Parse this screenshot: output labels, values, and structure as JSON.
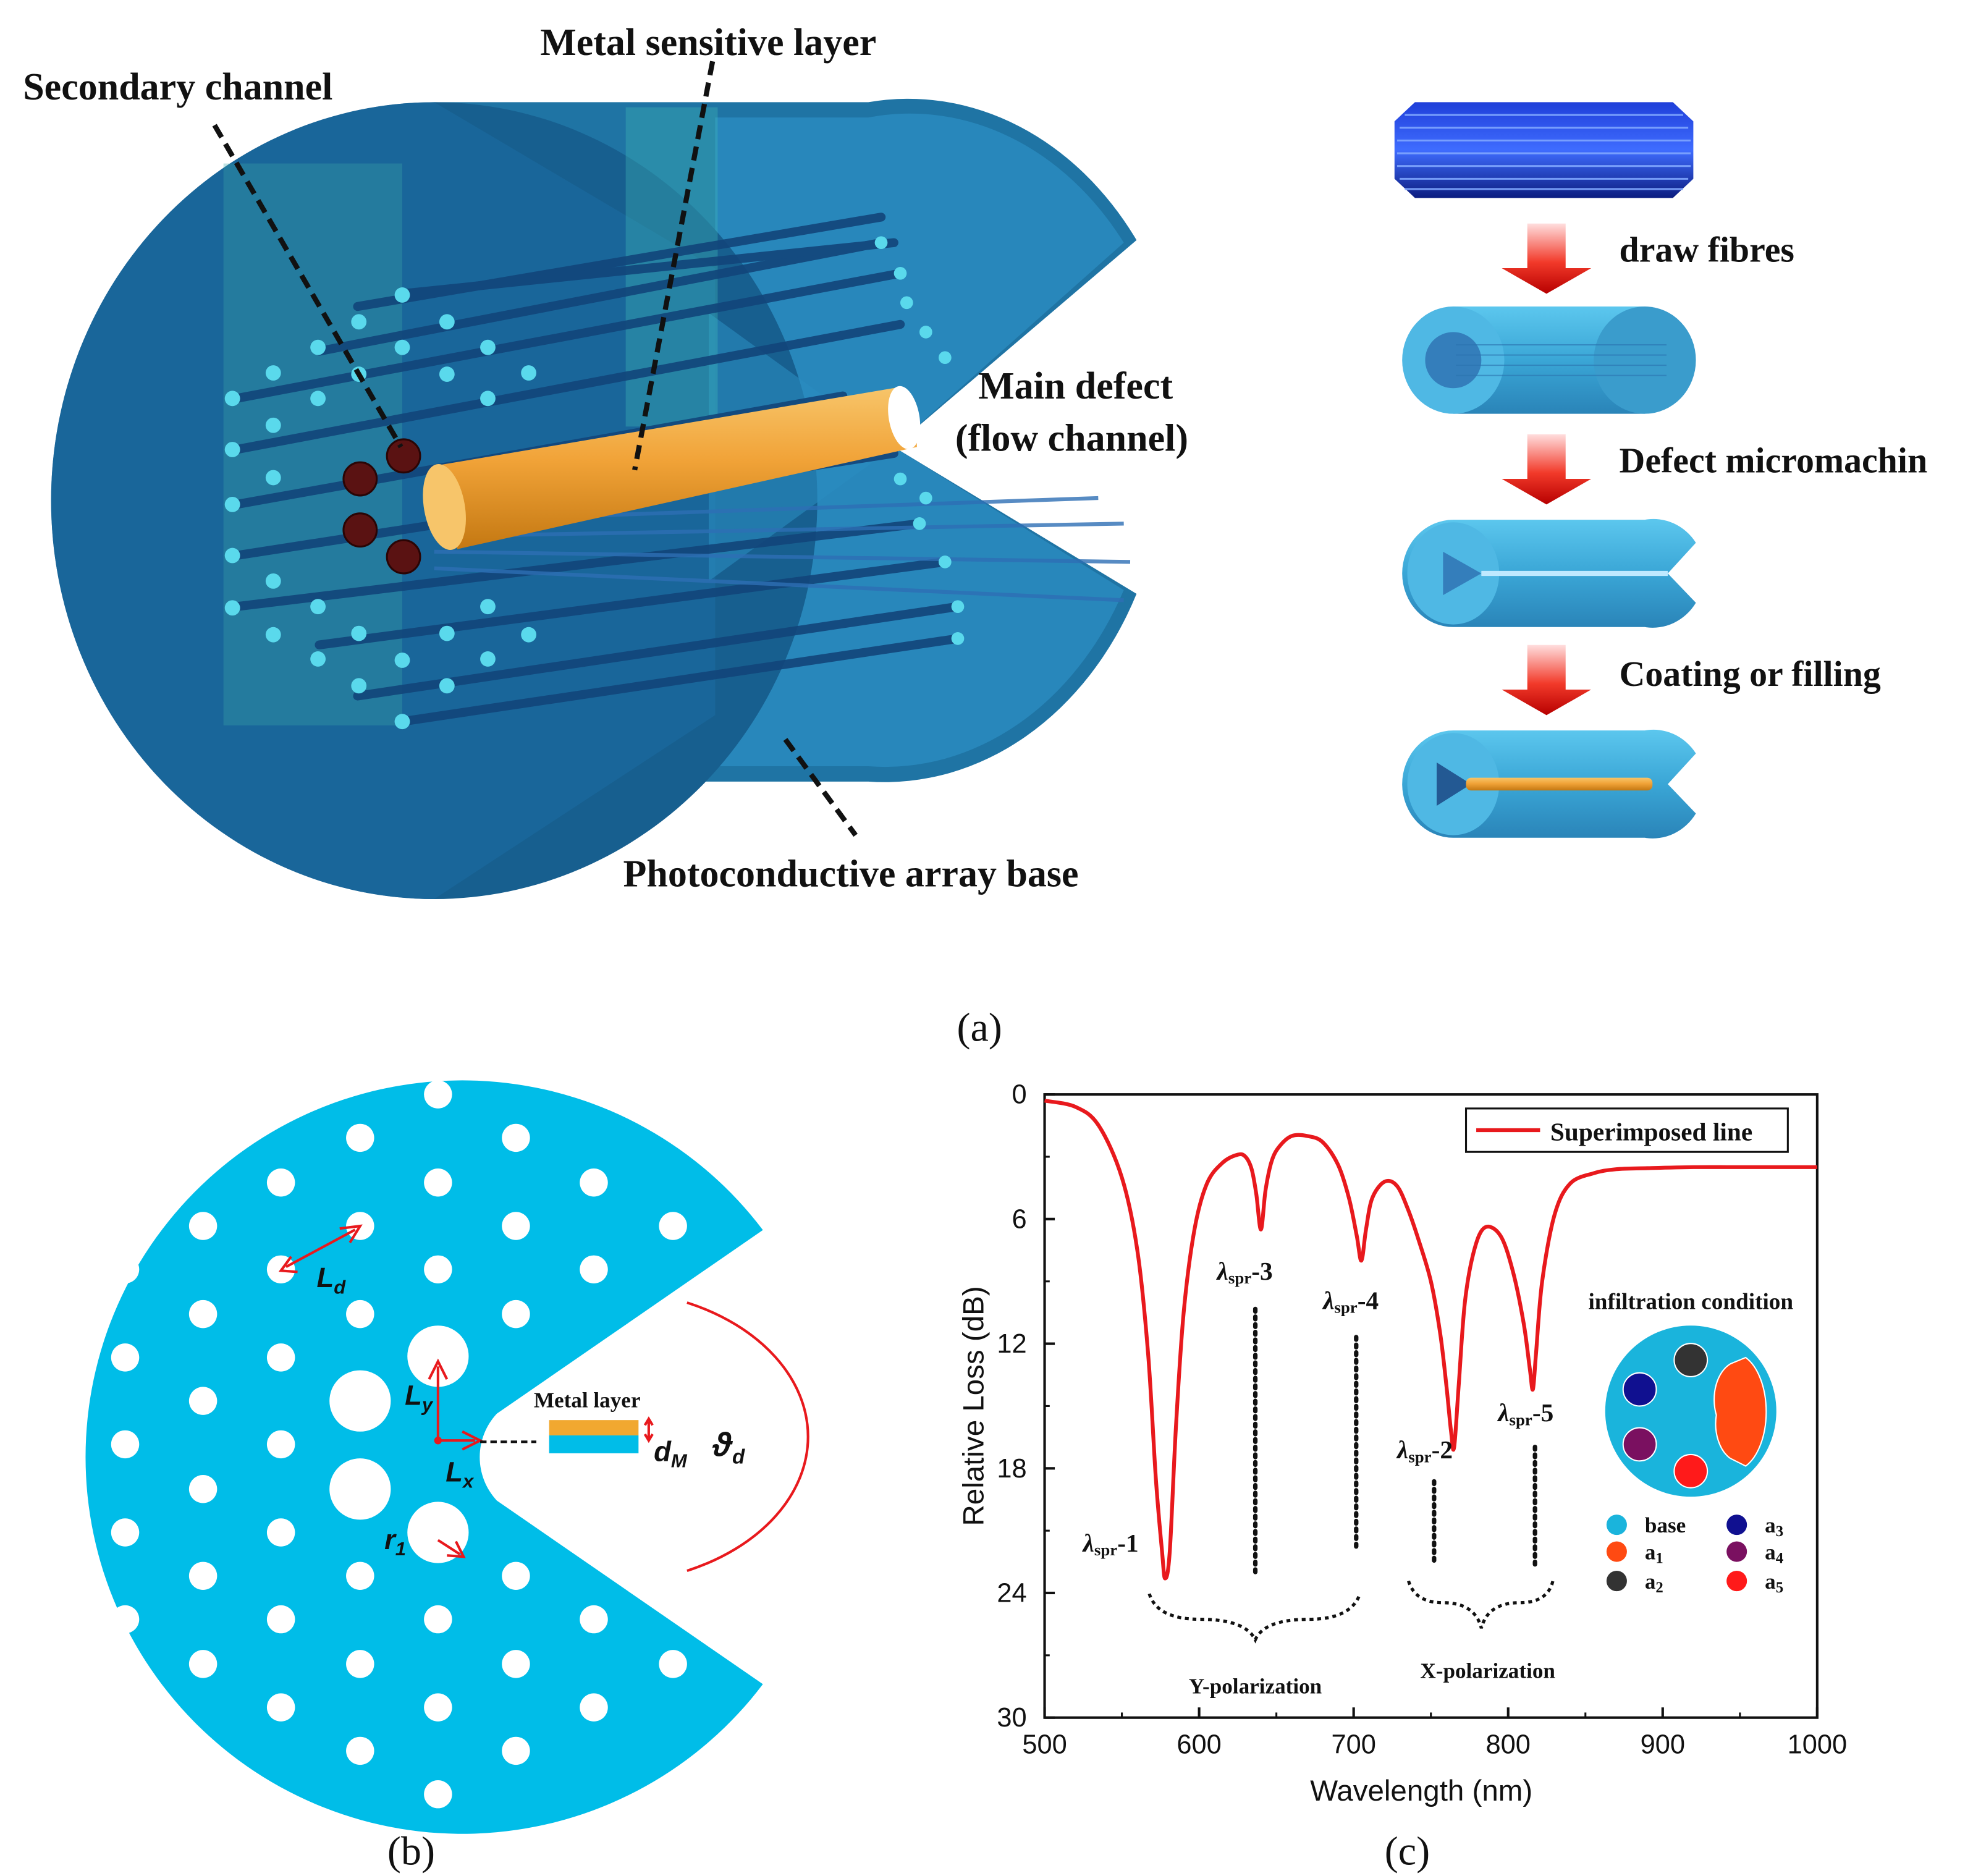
{
  "panel_a": {
    "caption": "(a)",
    "labels": {
      "secondary_channel": "Secondary channel",
      "metal_sensitive_layer": "Metal sensitive layer",
      "main_defect_1": "Main defect",
      "main_defect_2": "(flow channel)",
      "photoconductive_base": "Photoconductive array base"
    },
    "process_steps": [
      "draw fibres",
      "Defect micromachin",
      "Coating or filling"
    ]
  },
  "panel_b": {
    "caption": "(b)",
    "labels": {
      "ld": "L",
      "ld_sub": "d",
      "ly": "L",
      "ly_sub": "y",
      "lx": "L",
      "lx_sub": "x",
      "r1": "r",
      "r1_sub": "1",
      "metal_layer": "Metal layer",
      "dm": "d",
      "dm_sub": "M",
      "theta": "ϑ",
      "theta_sub": "d"
    }
  },
  "panel_c": {
    "caption": "(c)",
    "legend": "Superimposed line",
    "infiltration_title": "infiltration condition",
    "infiltration_legend": [
      {
        "label": "base",
        "color": "#1ab4dc"
      },
      {
        "label": "a",
        "sub": "1",
        "color": "#ff4a12"
      },
      {
        "label": "a",
        "sub": "2",
        "color": "#333333"
      },
      {
        "label": "a",
        "sub": "3",
        "color": "#101090"
      },
      {
        "label": "a",
        "sub": "4",
        "color": "#7a1060"
      },
      {
        "label": "a",
        "sub": "5",
        "color": "#ff1a1a"
      }
    ],
    "peak_labels": [
      {
        "text": "λ",
        "sub": "spr",
        "suffix": "-1"
      },
      {
        "text": "λ",
        "sub": "spr",
        "suffix": "-3"
      },
      {
        "text": "λ",
        "sub": "spr",
        "suffix": "-4"
      },
      {
        "text": "λ",
        "sub": "spr",
        "suffix": "-2"
      },
      {
        "text": "λ",
        "sub": "spr",
        "suffix": "-5"
      }
    ],
    "y_polarization": "Y-polarization",
    "x_polarization": "X-polarization"
  },
  "chart_data": {
    "type": "line",
    "xlabel": "Wavelength (nm)",
    "ylabel": "Relative Loss (dB)",
    "xlim": [
      500,
      1000
    ],
    "ylim": [
      0,
      30
    ],
    "y_inverted": true,
    "xticks": [
      500,
      600,
      700,
      800,
      900,
      1000
    ],
    "yticks": [
      0,
      6,
      12,
      18,
      24,
      30
    ],
    "series": [
      {
        "name": "Superimposed line",
        "color": "#e8191d",
        "x": [
          500,
          520,
          535,
          550,
          560,
          567,
          572,
          576,
          578,
          581,
          585,
          590,
          597,
          605,
          615,
          625,
          630,
          634,
          637,
          640,
          643,
          647,
          652,
          660,
          670,
          680,
          690,
          697,
          702,
          705,
          708,
          712,
          720,
          728,
          735,
          742,
          750,
          756,
          760,
          763,
          765,
          768,
          772,
          778,
          785,
          795,
          803,
          810,
          814,
          816,
          818,
          822,
          830,
          840,
          855,
          870,
          890,
          920,
          950,
          1000
        ],
        "y": [
          0.3,
          0.6,
          1.5,
          4.0,
          7.5,
          12.5,
          18.5,
          22.0,
          23.3,
          22.0,
          16.0,
          10.5,
          6.5,
          4.3,
          3.3,
          2.9,
          3.0,
          3.6,
          4.8,
          6.5,
          4.6,
          3.2,
          2.5,
          2.0,
          2.0,
          2.3,
          3.4,
          5.0,
          6.8,
          8.0,
          6.5,
          5.0,
          4.2,
          4.4,
          5.5,
          7.0,
          9.0,
          11.5,
          14.0,
          16.2,
          17.0,
          14.0,
          10.0,
          7.5,
          6.4,
          6.8,
          8.5,
          11.0,
          13.2,
          14.2,
          12.5,
          9.0,
          5.8,
          4.3,
          3.8,
          3.6,
          3.55,
          3.5,
          3.5,
          3.5
        ]
      }
    ]
  }
}
